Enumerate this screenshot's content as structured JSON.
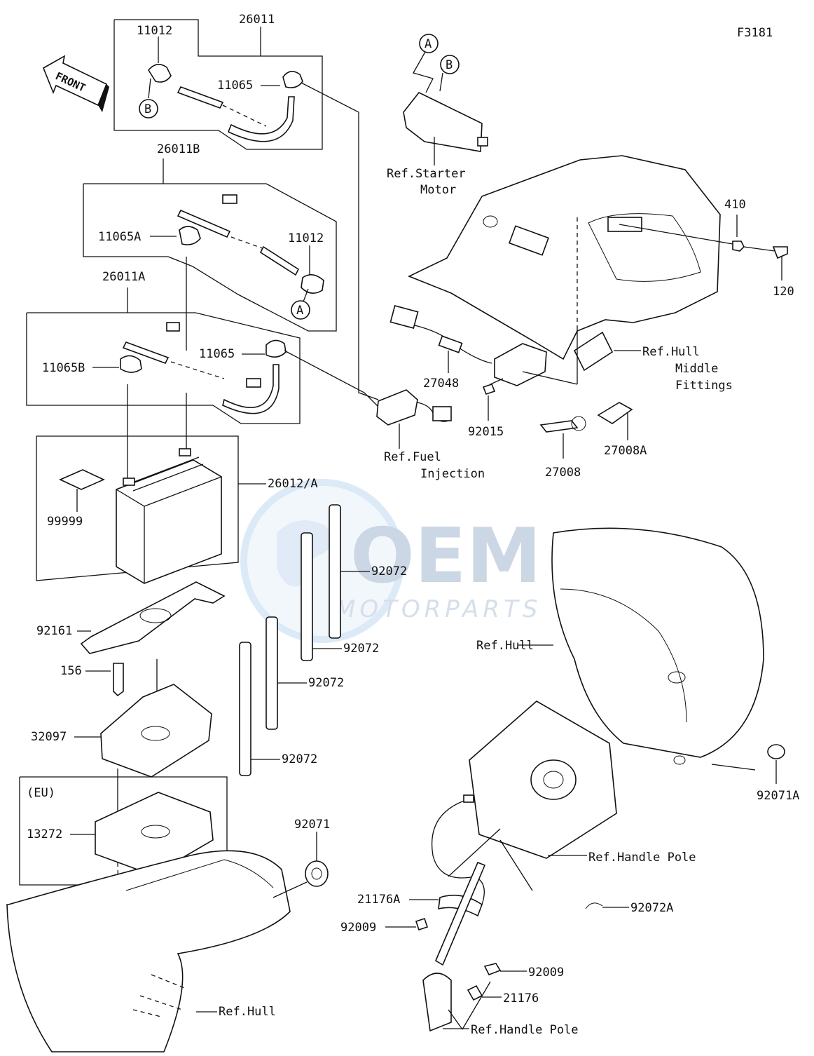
{
  "figure_id": "F3181",
  "front_arrow_label": "FRONT",
  "watermark": {
    "main": "OEM",
    "sub": "MOTORPARTS"
  },
  "callouts": {
    "c26011": "26011",
    "c11012_top": "11012",
    "c11065_top": "11065",
    "c26011B": "26011B",
    "c11065A": "11065A",
    "c11012_mid": "11012",
    "c26011A": "26011A",
    "c11065_mid": "11065",
    "c11065B": "11065B",
    "c26012A": "26012/A",
    "c99999": "99999",
    "c92161": "92161",
    "c156": "156",
    "c32097": "32097",
    "c92072_a": "92072",
    "c92072_b": "92072",
    "c92072_c": "92072",
    "c92072_d": "92072",
    "eu_label": "(EU)",
    "c13272": "13272",
    "c92071": "92071",
    "c410": "410",
    "c120": "120",
    "c27048": "27048",
    "c92015": "92015",
    "c27008": "27008",
    "c27008A": "27008A",
    "c92071A": "92071A",
    "c21176A": "21176A",
    "c92009_a": "92009",
    "c92009_b": "92009",
    "c21176": "21176",
    "c92072A": "92072A"
  },
  "refs": {
    "starter_line1": "Ref.Starter",
    "starter_line2": "Motor",
    "hull_mid_line1": "Ref.Hull",
    "hull_mid_line2": "Middle",
    "hull_mid_line3": "Fittings",
    "fuel_line1": "Ref.Fuel",
    "fuel_line2": "Injection",
    "hull_right": "Ref.Hull",
    "handle_pole_a": "Ref.Handle Pole",
    "handle_pole_b": "Ref.Handle Pole",
    "hull_bottom": "Ref.Hull"
  },
  "markers": {
    "A": "A",
    "B": "B"
  }
}
